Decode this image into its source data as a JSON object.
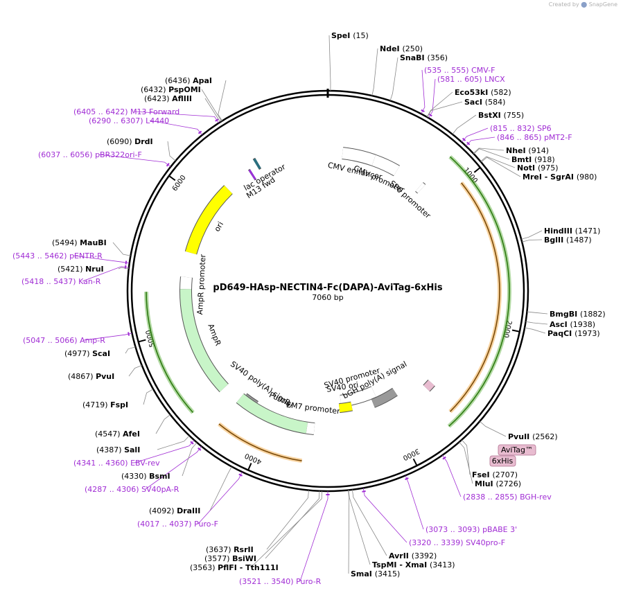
{
  "credit": {
    "prefix": "Created by",
    "brand": "SnapGene"
  },
  "plasmid": {
    "name": "pD649-HAsp-NECTIN4-Fc(DAPA)-AviTag-6xHis",
    "length_label": "7060 bp",
    "length": 7060
  },
  "colors": {
    "primer": "#a02cd4",
    "enzyme": "#000000",
    "ori": "#ffff00",
    "ampr": "#c8f5c8",
    "orange": "#f0a030",
    "green_feature": "#55aa33",
    "tag": "#e8bcd0"
  },
  "ticks": [
    {
      "label": "1000",
      "pos": 1000
    },
    {
      "label": "2000",
      "pos": 2000
    },
    {
      "label": "3000",
      "pos": 3000
    },
    {
      "label": "4000",
      "pos": 4000
    },
    {
      "label": "5000",
      "pos": 5000
    },
    {
      "label": "6000",
      "pos": 6000
    }
  ],
  "labels": [
    {
      "id": "spei",
      "kind": "enzyme",
      "name": "SpeI",
      "pos": "(15)",
      "site": 15
    },
    {
      "id": "ndei",
      "kind": "enzyme",
      "name": "NdeI",
      "pos": "(250)",
      "site": 250
    },
    {
      "id": "snabi",
      "kind": "enzyme",
      "name": "SnaBI",
      "pos": "(356)",
      "site": 356
    },
    {
      "id": "cmvf",
      "kind": "primer",
      "name": "CMV-F",
      "pos": "(535 .. 555)",
      "site": 545
    },
    {
      "id": "lncx",
      "kind": "primer",
      "name": "LNCX",
      "pos": "(581 .. 605)",
      "site": 593
    },
    {
      "id": "eco53ki",
      "kind": "enzyme",
      "name": "Eco53kI",
      "pos": "(582)",
      "site": 582
    },
    {
      "id": "saci",
      "kind": "enzyme",
      "name": "SacI",
      "pos": "(584)",
      "site": 584
    },
    {
      "id": "bstxi",
      "kind": "enzyme",
      "name": "BstXI",
      "pos": "(755)",
      "site": 755
    },
    {
      "id": "sp6",
      "kind": "primer",
      "name": "SP6",
      "pos": "(815 .. 832)",
      "site": 823
    },
    {
      "id": "pmt2f",
      "kind": "primer",
      "name": "pMT2-F",
      "pos": "(846 .. 865)",
      "site": 855
    },
    {
      "id": "nhei",
      "kind": "enzyme",
      "name": "NheI",
      "pos": "(914)",
      "site": 914
    },
    {
      "id": "bmti",
      "kind": "enzyme",
      "name": "BmtI",
      "pos": "(918)",
      "site": 918
    },
    {
      "id": "noti",
      "kind": "enzyme",
      "name": "NotI",
      "pos": "(975)",
      "site": 975
    },
    {
      "id": "mrei",
      "kind": "enzyme",
      "name": "MreI  - SgrAI",
      "pos": "(980)",
      "site": 980
    },
    {
      "id": "hindiii",
      "kind": "enzyme",
      "name": "HindIII",
      "pos": "(1471)",
      "site": 1471
    },
    {
      "id": "bglii",
      "kind": "enzyme",
      "name": "BglII",
      "pos": "(1487)",
      "site": 1487
    },
    {
      "id": "bmgbi",
      "kind": "enzyme",
      "name": "BmgBI",
      "pos": "(1882)",
      "site": 1882
    },
    {
      "id": "asci",
      "kind": "enzyme",
      "name": "AscI",
      "pos": "(1938)",
      "site": 1938
    },
    {
      "id": "paqci",
      "kind": "enzyme",
      "name": "PaqCI",
      "pos": "(1973)",
      "site": 1973
    },
    {
      "id": "pvuii",
      "kind": "enzyme",
      "name": "PvuII",
      "pos": "(2562)",
      "site": 2562
    },
    {
      "id": "fsei",
      "kind": "enzyme",
      "name": "FseI",
      "pos": "(2707)",
      "site": 2707
    },
    {
      "id": "mlui",
      "kind": "enzyme",
      "name": "MluI",
      "pos": "(2726)",
      "site": 2726
    },
    {
      "id": "bghrev",
      "kind": "primer",
      "name": "BGH-rev",
      "pos": "(2838 .. 2855)",
      "site": 2846
    },
    {
      "id": "pbabe3",
      "kind": "primer",
      "name": "pBABE 3'",
      "pos": "(3073 .. 3093)",
      "site": 3083
    },
    {
      "id": "sv40prof",
      "kind": "primer",
      "name": "SV40pro-F",
      "pos": "(3320 .. 3339)",
      "site": 3330
    },
    {
      "id": "avrii",
      "kind": "enzyme",
      "name": "AvrII",
      "pos": "(3392)",
      "site": 3392
    },
    {
      "id": "tspmi",
      "kind": "enzyme",
      "name": "TspMI  - XmaI",
      "pos": "(3413)",
      "site": 3413
    },
    {
      "id": "smai",
      "kind": "enzyme",
      "name": "SmaI",
      "pos": "(3415)",
      "site": 3415
    },
    {
      "id": "purorev",
      "kind": "primer",
      "name": "Puro-R",
      "pos": "(3521 .. 3540)",
      "site": 3530
    },
    {
      "id": "pflfi",
      "kind": "enzyme",
      "name": "PflFI  - Tth111I",
      "pos": "(3563)",
      "site": 3563
    },
    {
      "id": "bsiwi",
      "kind": "enzyme",
      "name": "BsiWI",
      "pos": "(3577)",
      "site": 3577
    },
    {
      "id": "rsrii",
      "kind": "enzyme",
      "name": "RsrII",
      "pos": "(3637)",
      "site": 3637
    },
    {
      "id": "purof",
      "kind": "primer",
      "name": "Puro-F",
      "pos": "(4017 .. 4037)",
      "site": 4027
    },
    {
      "id": "draiii",
      "kind": "enzyme",
      "name": "DraIII",
      "pos": "(4092)",
      "site": 4092
    },
    {
      "id": "sv40par",
      "kind": "primer",
      "name": "SV40pA-R",
      "pos": "(4287 .. 4306)",
      "site": 4296
    },
    {
      "id": "bsmi",
      "kind": "enzyme",
      "name": "BsmI",
      "pos": "(4330)",
      "site": 4330
    },
    {
      "id": "ebvrev",
      "kind": "primer",
      "name": "EBV-rev",
      "pos": "(4341 .. 4360)",
      "site": 4350
    },
    {
      "id": "sali",
      "kind": "enzyme",
      "name": "SalI",
      "pos": "(4387)",
      "site": 4387
    },
    {
      "id": "afei",
      "kind": "enzyme",
      "name": "AfeI",
      "pos": "(4547)",
      "site": 4547
    },
    {
      "id": "fspi",
      "kind": "enzyme",
      "name": "FspI",
      "pos": "(4719)",
      "site": 4719
    },
    {
      "id": "pvui",
      "kind": "enzyme",
      "name": "PvuI",
      "pos": "(4867)",
      "site": 4867
    },
    {
      "id": "scai",
      "kind": "enzyme",
      "name": "ScaI",
      "pos": "(4977)",
      "site": 4977
    },
    {
      "id": "ampr",
      "kind": "primer",
      "name": "Amp-R",
      "pos": "(5047 .. 5066)",
      "site": 5056
    },
    {
      "id": "kanr",
      "kind": "primer",
      "name": "Kan-R",
      "pos": "(5418 .. 5437)",
      "site": 5427
    },
    {
      "id": "nrui",
      "kind": "enzyme",
      "name": "NruI",
      "pos": "(5421)",
      "site": 5421
    },
    {
      "id": "pentrr",
      "kind": "primer",
      "name": "pENTR-R",
      "pos": "(5443 .. 5462)",
      "site": 5452
    },
    {
      "id": "maubi",
      "kind": "enzyme",
      "name": "MauBI",
      "pos": "(5494)",
      "site": 5494
    },
    {
      "id": "pbr322",
      "kind": "primer",
      "name": "pBR322ori-F",
      "pos": "(6037 .. 6056)",
      "site": 6046
    },
    {
      "id": "drdi",
      "kind": "enzyme",
      "name": "DrdI",
      "pos": "(6090)",
      "site": 6090
    },
    {
      "id": "l4440",
      "kind": "primer",
      "name": "L4440",
      "pos": "(6290 .. 6307)",
      "site": 6298
    },
    {
      "id": "m13fwd_primer",
      "kind": "primer",
      "name": "M13 Forward",
      "pos": "(6405 .. 6422)",
      "site": 6413
    },
    {
      "id": "aflii",
      "kind": "enzyme",
      "name": "AflIII",
      "pos": "(6423)",
      "site": 6423
    },
    {
      "id": "pspomi",
      "kind": "enzyme",
      "name": "PspOMI",
      "pos": "(6432)",
      "site": 6432
    },
    {
      "id": "apai",
      "kind": "enzyme",
      "name": "ApaI",
      "pos": "(6436)",
      "site": 6436
    }
  ],
  "features": [
    {
      "id": "cmv_enhancer",
      "label": "CMV enhancer",
      "start": 120,
      "end": 380,
      "color": "#ffffff"
    },
    {
      "id": "cmv_promoter",
      "label": "CMV promoter",
      "start": 380,
      "end": 585,
      "color": "#ffffff"
    },
    {
      "id": "sp6_promoter",
      "label": "SP6 promoter",
      "start": 810,
      "end": 835,
      "color": "#ffffff"
    },
    {
      "id": "lac_operator",
      "label": "lac operator",
      "start": 6480,
      "end": 6500,
      "color": "#2a7080"
    },
    {
      "id": "m13_fwd",
      "label": "M13 fwd",
      "start": 6405,
      "end": 6422,
      "color": "#9b30d9"
    },
    {
      "id": "ori",
      "label": "ori",
      "start": 5600,
      "end": 6189,
      "color": "#ffff00"
    },
    {
      "id": "ampr_promoter",
      "label": "AmpR promoter",
      "start": 5300,
      "end": 5405,
      "color": "#ffffff"
    },
    {
      "id": "ampr",
      "label": "AmpR",
      "start": 4450,
      "end": 5310,
      "color": "#c8f5c8"
    },
    {
      "id": "sv40_polya_1",
      "label": "SV40 poly(A) signal",
      "start": 4160,
      "end": 4280,
      "color": "#999999"
    },
    {
      "id": "puror",
      "label": "PuroR",
      "start": 3700,
      "end": 4300,
      "color": "#c8f5c8"
    },
    {
      "id": "em7_promoter",
      "label": "EM7 promoter",
      "start": 3640,
      "end": 3700,
      "color": "#ffffff"
    },
    {
      "id": "sv40_promoter",
      "label": "SV40 promoter",
      "start": 3050,
      "end": 3400,
      "color": "#ffffff"
    },
    {
      "id": "sv40_ori",
      "label": "SV40 ori",
      "start": 3300,
      "end": 3420,
      "color": "#ffff00"
    },
    {
      "id": "bgh_polya",
      "label": "bGH poly(A) signal",
      "start": 2870,
      "end": 3100,
      "color": "#999999"
    },
    {
      "id": "avitag_box",
      "label": "",
      "start": 2580,
      "end": 2640,
      "color": "#e8bcd0"
    }
  ],
  "tags": [
    {
      "id": "avitag",
      "label": "AviTag™"
    },
    {
      "id": "sixhis",
      "label": "6xHis"
    }
  ],
  "arcs": [
    {
      "id": "green_outer_1",
      "start": 830,
      "end": 2710,
      "color": "#55aa33",
      "ring": 1
    },
    {
      "id": "orange_outer_1",
      "start": 1000,
      "end": 2640,
      "color": "#f0a030",
      "ring": 0
    },
    {
      "id": "green_outer_2",
      "start": 4470,
      "end": 5290,
      "color": "#55aa33",
      "ring": 1
    },
    {
      "id": "orange_outer_2",
      "start": 3700,
      "end": 4300,
      "color": "#f0a030",
      "ring": 0
    }
  ]
}
